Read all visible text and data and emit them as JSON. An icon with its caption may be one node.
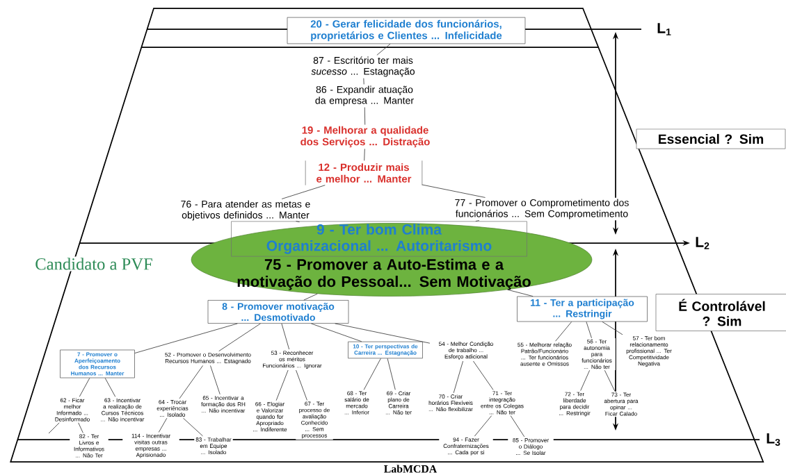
{
  "diagram": {
    "nodes": [
      {
        "text": [
          "20 - Gerar felicidade dos funcionários, proprietários e Clientes ... Infelicidade"
        ]
      },
      {
        "text": [
          "87 - Escritório ter mais *sucesso* ... Estagnação"
        ]
      },
      {
        "text": [
          "86 - Expandir atuação da empresa ... Manter"
        ]
      },
      {
        "text": [
          "19 - Melhorar a qualidade dos Serviços ... Distração"
        ]
      },
      {
        "text": [
          "12 - Produzir mais e melhor ... Manter"
        ]
      },
      {
        "text": [
          "76 - Para atender as metas e objetivos definidos ... Manter"
        ]
      },
      {
        "text": [
          "77 - Promover o Comprometimento dos funcionários ... Sem Comprometimento"
        ]
      },
      {
        "text": [
          "75 - Promover a Auto-Estima e a motivação do Pessoal... Sem Motivação"
        ]
      },
      {
        "text": [
          "9 - Ter bom Clima Organizacional ... Autoritarismo"
        ],
        "in": 7
      },
      {
        "text": [
          "8 - Promover motivação ... Desmotivado"
        ]
      },
      {
        "text": [
          "11 - Ter a participação ... Restringir"
        ]
      },
      {
        "text": [
          "7 - Promover o Aperfeiçoamento dos Recursos Humanos ... Manter"
        ]
      },
      {
        "text": [
          "52 - Promover o Desenvolvimento Recursos Humanos ... Estagnado"
        ]
      },
      {
        "text": [
          "53 - Reconhecer os méritos Funcionários ... Ignorar"
        ]
      },
      {
        "text": [
          "10 - Ter perspectivas de Carreira ... Estagnação"
        ]
      },
      {
        "text": [
          "54 - Melhor Condição de trabalho ... Esforço adicional"
        ]
      },
      {
        "text": [
          "55 - Melhorar relação Patrão/Funcionário ... Ter funcionários ausente e Omissos"
        ]
      },
      {
        "text": [
          "56 - Ter autonomia para funcionários ... Não ter"
        ]
      },
      {
        "text": [
          "57 - Ter bom relacionamento profissional ... Ter Competitividade Negativa"
        ]
      },
      {
        "text": [
          "62 - Ficar melhor Informado ... Desinformado"
        ]
      },
      {
        "text": [
          "63 - Incentivar a realização de Cursos Técnicos ... Não incentivar"
        ]
      },
      {
        "text": [
          "64 - Trocar experiências ... Isolado"
        ]
      },
      {
        "text": [
          "65 - Incentivar a formação dos RH ... Não incentivar"
        ]
      },
      {
        "text": [
          "66 - Elogiar e Valorizar quando for Apropriado ... Indiferente"
        ]
      },
      {
        "text": [
          "67 - Ter processo de avaliação Conhecido ... Sem processos"
        ]
      },
      {
        "text": [
          "68 - Ter salário de mercado ... Inferior"
        ]
      },
      {
        "text": [
          "69 - Criar plano de Carreira ... Não ter"
        ]
      },
      {
        "text": [
          "70 - Criar horários Flexíveis ... Não flexibilizar"
        ]
      },
      {
        "text": [
          "71 - Ter integração entre os Colegas ... Não ter"
        ]
      },
      {
        "text": [
          "72 - Ter liberdade para decidir ... Restringir"
        ]
      },
      {
        "text": [
          "73 - Ter abertura para opinar ... Ficar Calado"
        ]
      },
      {
        "text": [
          "82 - Ter Livros e Informativos ... Não Ter"
        ]
      },
      {
        "text": [
          "114 - Incentivar visitas outras empresas ... Aprisionado"
        ]
      },
      {
        "text": [
          "83 - Trabalhar em Equipe ... Isolado"
        ]
      },
      {
        "text": [
          "94 - Fazer Confraternizações ... Cada por si"
        ]
      },
      {
        "text": [
          "85 - Promover o Diálogo ... Se Isolar"
        ]
      },
      {
        "text": [
          "Essencial ? Sim"
        ]
      },
      {
        "text": [
          "É Controlável ? Sim"
        ]
      }
    ],
    "edges": [
      {
        "from": 1,
        "to": 0,
        "arrow": "none"
      },
      {
        "from": 2,
        "to": 1,
        "arrow": "none"
      },
      {
        "from": 3,
        "to": 2,
        "arrow": "none"
      },
      {
        "from": 4,
        "to": 3,
        "arrow": "none"
      },
      {
        "from": 5,
        "to": 4,
        "arrow": "none"
      },
      {
        "from": 6,
        "to": 4,
        "arrow": "none"
      },
      {
        "from": 8,
        "to": 5,
        "arrow": "none"
      },
      {
        "from": 8,
        "to": 6,
        "arrow": "none"
      },
      {
        "from": 9,
        "to": 7,
        "arrow": "none"
      },
      {
        "from": 10,
        "to": 7,
        "arrow": "none"
      },
      {
        "from": 11,
        "to": 9,
        "arrow": "none"
      },
      {
        "from": 12,
        "to": 9,
        "arrow": "none"
      },
      {
        "from": 13,
        "to": 9,
        "arrow": "none"
      },
      {
        "from": 14,
        "to": 9,
        "arrow": "none"
      },
      {
        "from": 15,
        "to": 9,
        "arrow": "none"
      },
      {
        "from": 16,
        "to": 10,
        "arrow": "none"
      },
      {
        "from": 17,
        "to": 10,
        "arrow": "none"
      },
      {
        "from": 18,
        "to": 10,
        "arrow": "none"
      },
      {
        "from": 19,
        "to": 11,
        "arrow": "none"
      },
      {
        "from": 20,
        "to": 11,
        "arrow": "none"
      },
      {
        "from": 21,
        "to": 12,
        "arrow": "none"
      },
      {
        "from": 22,
        "to": 12,
        "arrow": "none"
      },
      {
        "from": 23,
        "to": 13,
        "arrow": "none"
      },
      {
        "from": 24,
        "to": 13,
        "arrow": "none"
      },
      {
        "from": 25,
        "to": 14,
        "arrow": "none"
      },
      {
        "from": 26,
        "to": 14,
        "arrow": "none"
      },
      {
        "from": 27,
        "to": 15,
        "arrow": "none"
      },
      {
        "from": 28,
        "to": 15,
        "arrow": "none"
      },
      {
        "from": 29,
        "to": 17,
        "arrow": "none"
      },
      {
        "from": 30,
        "to": 17,
        "arrow": "none"
      },
      {
        "from": 31,
        "to": 19,
        "arrow": "none"
      },
      {
        "from": null,
        "to": 19,
        "arrow": "none"
      },
      {
        "from": 32,
        "to": 21,
        "arrow": "none"
      },
      {
        "from": 33,
        "to": 21,
        "arrow": "none"
      },
      {
        "from": 34,
        "to": 28,
        "arrow": "none"
      },
      {
        "from": 35,
        "to": 28,
        "arrow": "none"
      }
    ],
    "labels": [
      "L$_{1}$",
      "L$_{2}$",
      "Candidato a PVF",
      "L$_{3}$",
      "LabMCDA"
    ]
  }
}
